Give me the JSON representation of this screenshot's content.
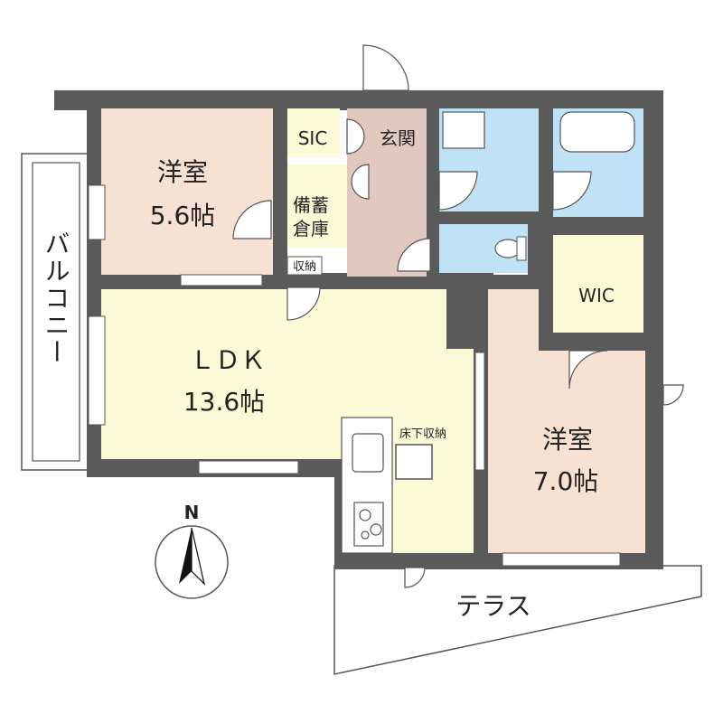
{
  "rooms": {
    "western_room_1": {
      "name": "洋室",
      "size": "5.6帖"
    },
    "sic": {
      "name": "SIC"
    },
    "entrance": {
      "name": "玄関"
    },
    "storage": {
      "line1": "備蓄",
      "line2": "倉庫"
    },
    "closet": {
      "name": "収納"
    },
    "ldk": {
      "name": "ＬＤＫ",
      "size": "13.6帖"
    },
    "underfloor": {
      "name": "床下収納"
    },
    "wic": {
      "name": "WIC"
    },
    "western_room_2": {
      "name": "洋室",
      "size": "7.0帖"
    },
    "balcony": {
      "name": "バルコニー"
    },
    "terrace": {
      "name": "テラス"
    }
  },
  "compass": {
    "label": "N"
  },
  "colors": {
    "wall": "#5a5a5a",
    "western_room": "#f7e1d3",
    "ldk": "#fbfad7",
    "entrance": "#e2c9bf",
    "storage": "#fbfad7",
    "water": "#bfe2f7",
    "wic": "#fbfad7",
    "outdoor": "#ffffff"
  }
}
